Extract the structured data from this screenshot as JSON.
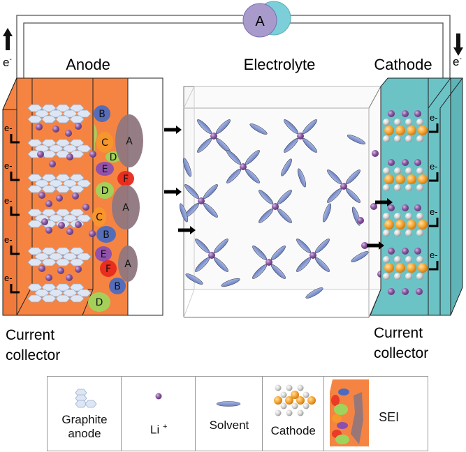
{
  "labels": {
    "anode": "Anode",
    "electrolyte": "Electrolyte",
    "cathode": "Cathode",
    "ammeter": "A",
    "electron": "e",
    "electron_sup": "-",
    "current_collector_left": [
      "Current",
      "collector"
    ],
    "current_collector_right": [
      "Current",
      "collector"
    ]
  },
  "sei_components": [
    "A",
    "B",
    "C",
    "D",
    "E",
    "F"
  ],
  "legend": [
    {
      "id": "graphite",
      "label_lines": [
        "Graphite",
        "anode"
      ]
    },
    {
      "id": "li",
      "label": "Li",
      "sup": "+"
    },
    {
      "id": "solvent",
      "label": "Solvent"
    },
    {
      "id": "cathode",
      "label": "Cathode"
    },
    {
      "id": "sei",
      "label": "SEI"
    }
  ],
  "colors": {
    "anode": "#f58442",
    "cathode": "#6cc3c6",
    "sei_A": "#8f7680",
    "sei_B": "#4c6bc0",
    "sei_C": "#f7972c",
    "sei_D": "#9fd45c",
    "sei_E": "#8a4fb0",
    "sei_F": "#e8281e",
    "li": "#8b5aa3",
    "solvent": "#7f95d1",
    "graphite": "#dde6f2",
    "cathode_orange": "#f6a631",
    "cathode_grey": "#d0d0d0",
    "ammeter_left": "#a89bcc",
    "ammeter_right": "#7ccfd8"
  }
}
